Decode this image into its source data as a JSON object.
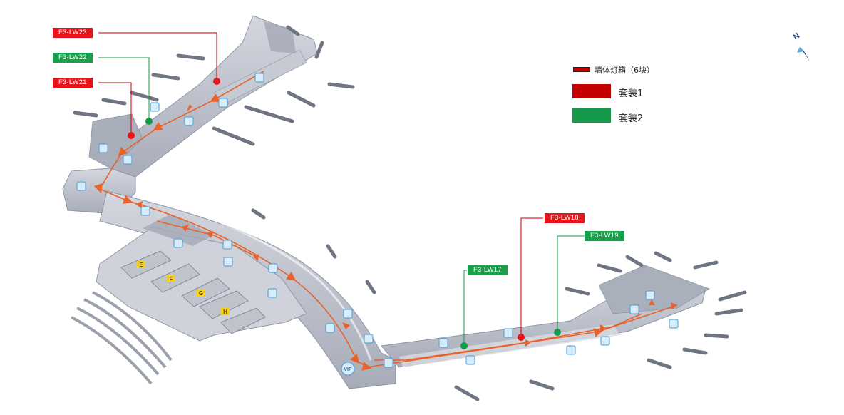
{
  "markers": [
    {
      "id": "F3-LW23",
      "label": "F3-LW23",
      "kit": "red"
    },
    {
      "id": "F3-LW22",
      "label": "F3-LW22",
      "kit": "green"
    },
    {
      "id": "F3-LW21",
      "label": "F3-LW21",
      "kit": "red"
    },
    {
      "id": "F3-LW18",
      "label": "F3-LW18",
      "kit": "red"
    },
    {
      "id": "F3-LW19",
      "label": "F3-LW19",
      "kit": "green"
    },
    {
      "id": "F3-LW17",
      "label": "F3-LW17",
      "kit": "green"
    }
  ],
  "legend": {
    "lightbox_label": "墙体灯箱（6块）",
    "kit1_label": "套装1",
    "kit2_label": "套装2"
  },
  "colors": {
    "kit1": "#c40000",
    "kit2": "#15994a",
    "route": "#e8622a",
    "building": "#b9bdc8"
  },
  "map": {
    "vip_label": "VIP",
    "gate_letters": [
      "E",
      "F",
      "G",
      "H"
    ],
    "compass_letter": "N"
  }
}
